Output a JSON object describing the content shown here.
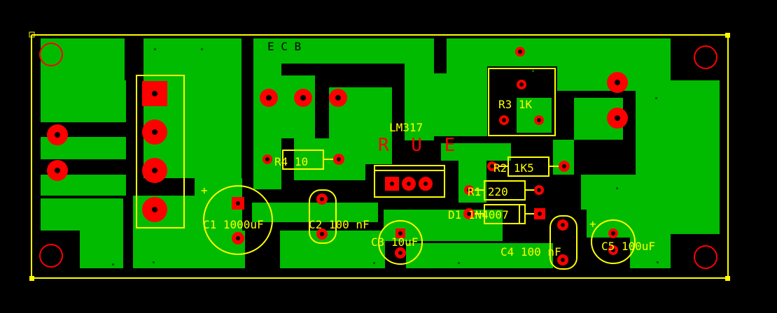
{
  "board": {
    "copper_color": "#00bb00",
    "pad_color": "#ff0000",
    "silk_color": "#ffff00",
    "background_color": "#000000"
  },
  "labels": {
    "lm317_title": "LM317",
    "lm317_pins": "R U E",
    "ecb_marking": "E C B",
    "c1": "C1 1000uF",
    "c2": "C2 100 nF",
    "c3": "C3 10uF",
    "c4": "C4 100 nF",
    "c5": "C5 100uF",
    "r1": "R1 220",
    "r2": "R2 1K5",
    "r3": "R3 1K",
    "r4": "R4 10",
    "d1": "D1 1N4007",
    "plus_c1": "+",
    "plus_c5": "+"
  }
}
